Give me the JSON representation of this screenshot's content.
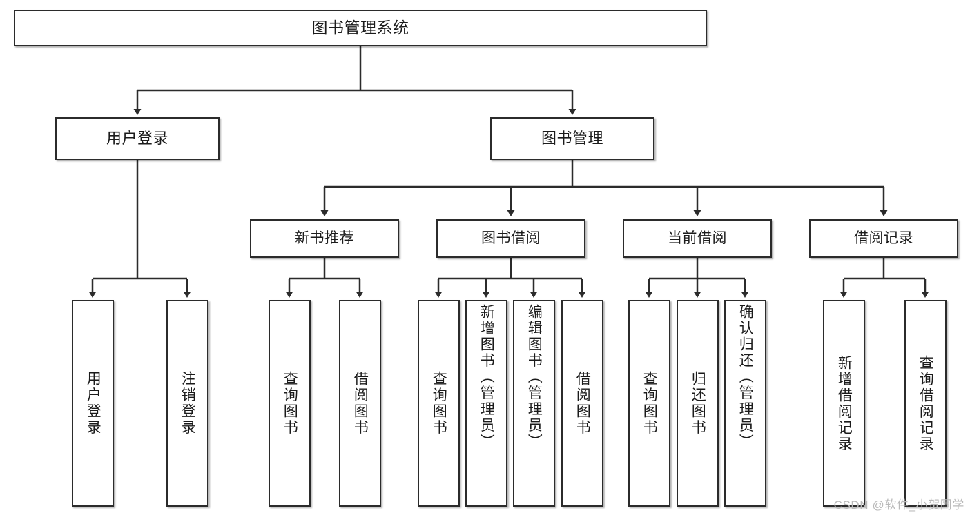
{
  "diagram": {
    "title": "图书管理系统",
    "type": "tree-hierarchy-diagram",
    "root": {
      "label": "图书管理系统"
    },
    "level2": [
      {
        "label": "用户登录"
      },
      {
        "label": "图书管理"
      }
    ],
    "level3": [
      {
        "label": "新书推荐"
      },
      {
        "label": "图书借阅"
      },
      {
        "label": "当前借阅"
      },
      {
        "label": "借阅记录"
      }
    ],
    "leaves": {
      "user_login": [
        {
          "label": "用户登录"
        },
        {
          "label": "注销登录"
        }
      ],
      "new_book_recommend": [
        {
          "label": "查询图书"
        },
        {
          "label": "借阅图书"
        }
      ],
      "book_borrow": [
        {
          "label": "查询图书"
        },
        {
          "label": "新增图书（管理员）"
        },
        {
          "label": "编辑图书（管理员）"
        },
        {
          "label": "借阅图书"
        }
      ],
      "current_borrow": [
        {
          "label": "查询图书"
        },
        {
          "label": "归还图书"
        },
        {
          "label": "确认归还（管理员）"
        }
      ],
      "borrow_record": [
        {
          "label": "新增借阅记录"
        },
        {
          "label": "查询借阅记录"
        }
      ]
    }
  },
  "watermark": {
    "text": "CSDN @软件_小贺同学"
  },
  "colors": {
    "box_border": "#2b2b2b",
    "box_fill": "#ffffff",
    "connector": "#2b2b2b",
    "text": "#1b1b1b",
    "watermark": "#b9b9b9",
    "background": "#ffffff"
  }
}
